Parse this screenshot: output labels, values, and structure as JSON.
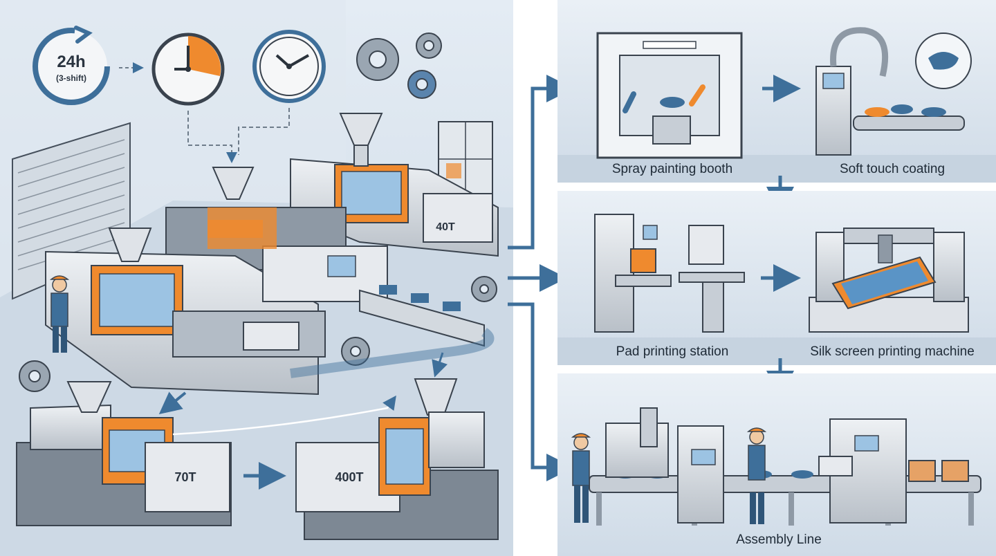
{
  "shift_badge": {
    "hours": "24h",
    "shifts": "(3-shift)"
  },
  "machines": {
    "m1": "40T",
    "m2": "70T",
    "m3": "400T"
  },
  "stations": {
    "spray": "Spray painting booth",
    "soft_touch": "Soft touch coating",
    "pad": "Pad printing station",
    "silk": "Silk screen printing machine",
    "assembly": "Assembly Line"
  },
  "colors": {
    "steel_blue": "#3e6f9a",
    "orange": "#ef8a2e",
    "gray": "#c9ced4",
    "dark": "#3a434e",
    "bg_left": "#dfe8f1",
    "bg_panel": "#d8e4ef"
  },
  "icons": [
    "clock-icon",
    "gear-icon",
    "arrow-icon",
    "box-icon",
    "worker-icon",
    "spray-gun-icon"
  ]
}
